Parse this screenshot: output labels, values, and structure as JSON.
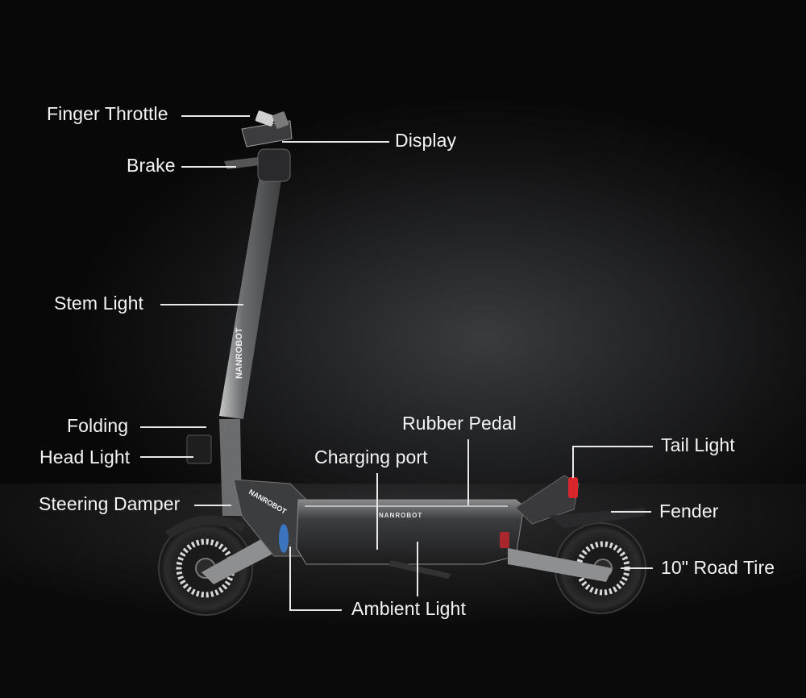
{
  "product": {
    "brand": "NANROBOT",
    "deck_logo": "NANROBOT"
  },
  "callouts": [
    {
      "id": "finger-throttle",
      "label": "Finger Throttle"
    },
    {
      "id": "display",
      "label": "Display"
    },
    {
      "id": "brake",
      "label": "Brake"
    },
    {
      "id": "stem-light",
      "label": "Stem Light"
    },
    {
      "id": "folding",
      "label": "Folding"
    },
    {
      "id": "head-light",
      "label": "Head Light"
    },
    {
      "id": "steering-damper",
      "label": "Steering Damper"
    },
    {
      "id": "rubber-pedal",
      "label": "Rubber Pedal"
    },
    {
      "id": "charging-port",
      "label": "Charging port"
    },
    {
      "id": "tail-light",
      "label": "Tail Light"
    },
    {
      "id": "fender",
      "label": "Fender"
    },
    {
      "id": "road-tire",
      "label": "10\" Road Tire"
    },
    {
      "id": "ambient-light",
      "label": "Ambient Light"
    }
  ],
  "colors": {
    "background": "#0b0b0c",
    "label_text": "#f4f4f4",
    "tail_light": "#d8262b",
    "ambient_light": "#3b7fd6"
  }
}
